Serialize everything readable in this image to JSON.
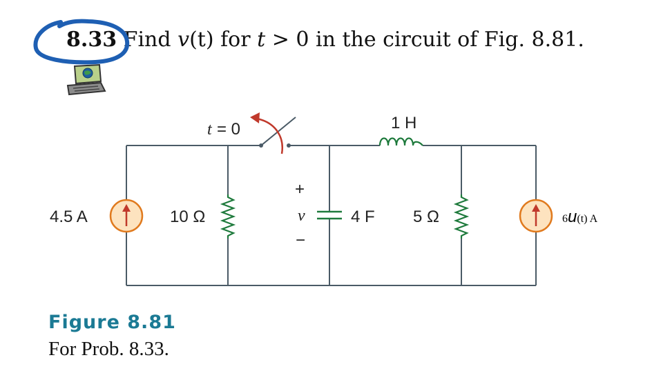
{
  "problem": {
    "number": "8.33",
    "text_find": "Find ",
    "v": "v",
    "t_paren": "(t)",
    "text_for": " for ",
    "t": "t",
    "text_cond": " > 0 in the circuit of Fig. 8.81."
  },
  "circuit": {
    "current_source_left": "4.5 A",
    "resistor_left": "10 Ω",
    "switch_label": "t = 0",
    "inductor": "1 H",
    "capacitor": "4 F",
    "resistor_right": "5 Ω",
    "current_source_right_prefix": "6",
    "current_source_right_u": "u",
    "current_source_right_suffix": "(t) A",
    "voltage_var": "v",
    "plus": "+",
    "minus": "−"
  },
  "figure": {
    "title": "Figure 8.81",
    "caption": "For Prob. 8.33."
  },
  "icons": {
    "problem_marker": "laptop-web-icon",
    "highlight": "blue-circle-highlight-icon",
    "switch_arrow": "switch-arrow-icon"
  },
  "colors": {
    "wire": "#4a5a66",
    "component": "#1e7a3c",
    "source_fill": "#fde3bf",
    "source_stroke": "#e07a1e",
    "arrow": "#c0392b",
    "highlight": "#1e5fb3",
    "figure_title": "#1b7a94"
  }
}
